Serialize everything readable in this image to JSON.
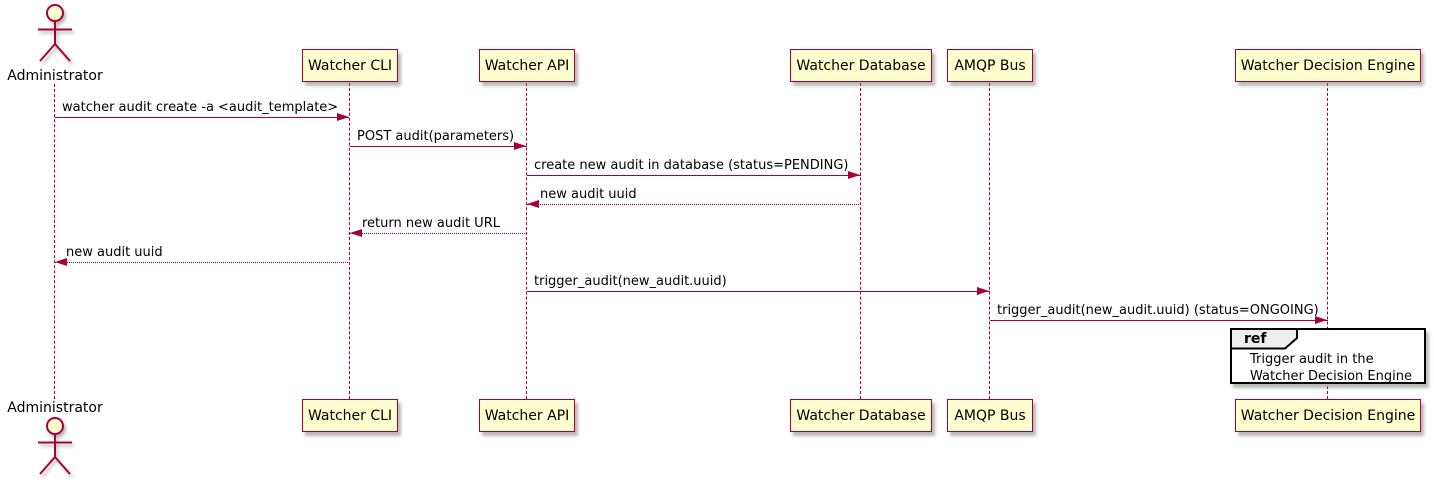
{
  "diagram": {
    "type": "uml-sequence",
    "participants": [
      {
        "name": "Administrator",
        "kind": "actor"
      },
      {
        "name": "Watcher CLI",
        "kind": "participant"
      },
      {
        "name": "Watcher API",
        "kind": "participant"
      },
      {
        "name": "Watcher Database",
        "kind": "participant"
      },
      {
        "name": "AMQP Bus",
        "kind": "participant"
      },
      {
        "name": "Watcher Decision Engine",
        "kind": "participant"
      }
    ],
    "messages": [
      {
        "from": "Administrator",
        "to": "Watcher CLI",
        "label": "watcher audit create -a <audit_template>",
        "line": "solid"
      },
      {
        "from": "Watcher CLI",
        "to": "Watcher API",
        "label": "POST audit(parameters)",
        "line": "solid"
      },
      {
        "from": "Watcher API",
        "to": "Watcher Database",
        "label": "create new audit in database (status=PENDING)",
        "line": "solid"
      },
      {
        "from": "Watcher Database",
        "to": "Watcher API",
        "label": "new audit uuid",
        "line": "dotted"
      },
      {
        "from": "Watcher API",
        "to": "Watcher CLI",
        "label": "return new audit URL",
        "line": "dotted"
      },
      {
        "from": "Watcher CLI",
        "to": "Administrator",
        "label": "new audit uuid",
        "line": "dotted"
      },
      {
        "from": "Watcher API",
        "to": "AMQP Bus",
        "label": "trigger_audit(new_audit.uuid)",
        "line": "solid"
      },
      {
        "from": "AMQP Bus",
        "to": "Watcher Decision Engine",
        "label": "trigger_audit(new_audit.uuid) (status=ONGOING)",
        "line": "solid"
      }
    ],
    "ref": {
      "keyword": "ref",
      "line1": "Trigger audit in the",
      "line2": "Watcher Decision Engine",
      "over": "Watcher Decision Engine"
    },
    "colors": {
      "participant_fill": "#FEFECE",
      "participant_border": "#A80036",
      "lifeline": "#A80036",
      "arrow": "#A80036",
      "text": "#000000",
      "ref_border": "#000000",
      "ref_tab_fill": "#EEEEEE"
    }
  }
}
